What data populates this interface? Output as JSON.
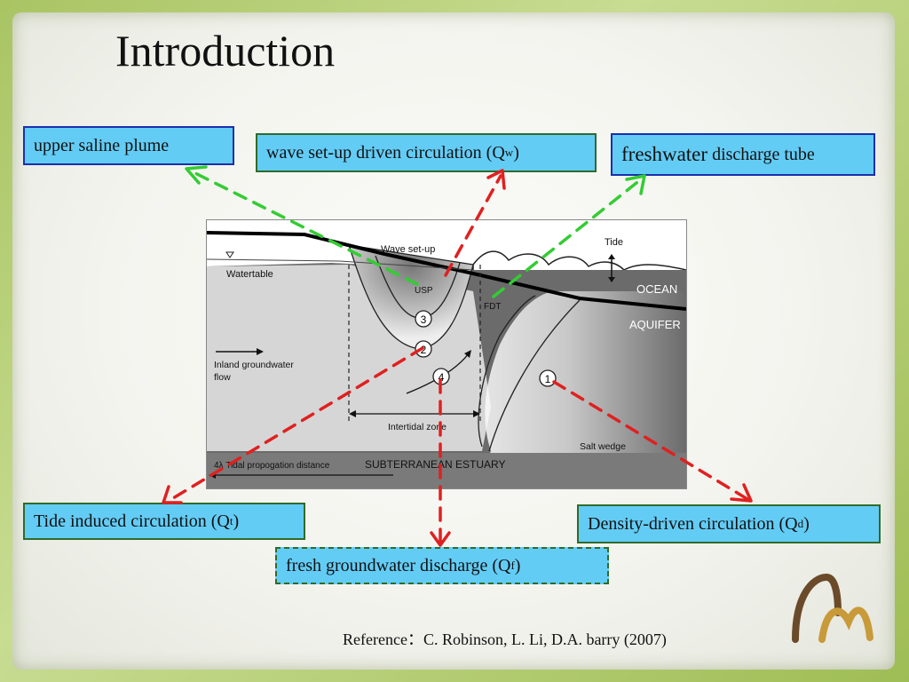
{
  "slide": {
    "title": "Introduction",
    "reference": "Reference：C. Robinson, L. Li, D.A. barry (2007)"
  },
  "labels": {
    "upper_saline_plume": "upper saline plume",
    "wave_setup": {
      "text": "wave set-up driven circulation (Q",
      "sub": "w",
      "close": ")"
    },
    "freshwater_tube": {
      "big": "freshwater",
      "small": " discharge tube"
    },
    "tide_induced": {
      "text": "Tide induced circulation (Q",
      "sub": "t",
      "close": ")"
    },
    "density_driven": {
      "text": "Density-driven circulation (Q",
      "sub": "d",
      "close": ")"
    },
    "fresh_groundwater": {
      "text": "fresh groundwater discharge (Q",
      "sub": "f",
      "close": ")"
    }
  },
  "figure": {
    "wave_setup": "Wave set-up",
    "tide": "Tide",
    "watertable": "Watertable",
    "ocean": "OCEAN",
    "aquifer": "AQUIFER",
    "usp": "USP",
    "fdt": "FDT",
    "inland_flow_line1": "Inland groundwater",
    "inland_flow_line2": "flow",
    "intertidal_zone": "Intertidal zone",
    "salt_wedge": "Salt wedge",
    "tidal_distance": "4λ Tidal propogation distance",
    "subterranean_estuary": "SUBTERRANEAN ESTUARY",
    "markers": [
      "1",
      "2",
      "3",
      "4"
    ]
  },
  "colors": {
    "arrow_red": "#e02020",
    "arrow_green": "#33cc33",
    "label_fill": "#63ccf5",
    "aquifer_gray": "#6b6b6b"
  }
}
